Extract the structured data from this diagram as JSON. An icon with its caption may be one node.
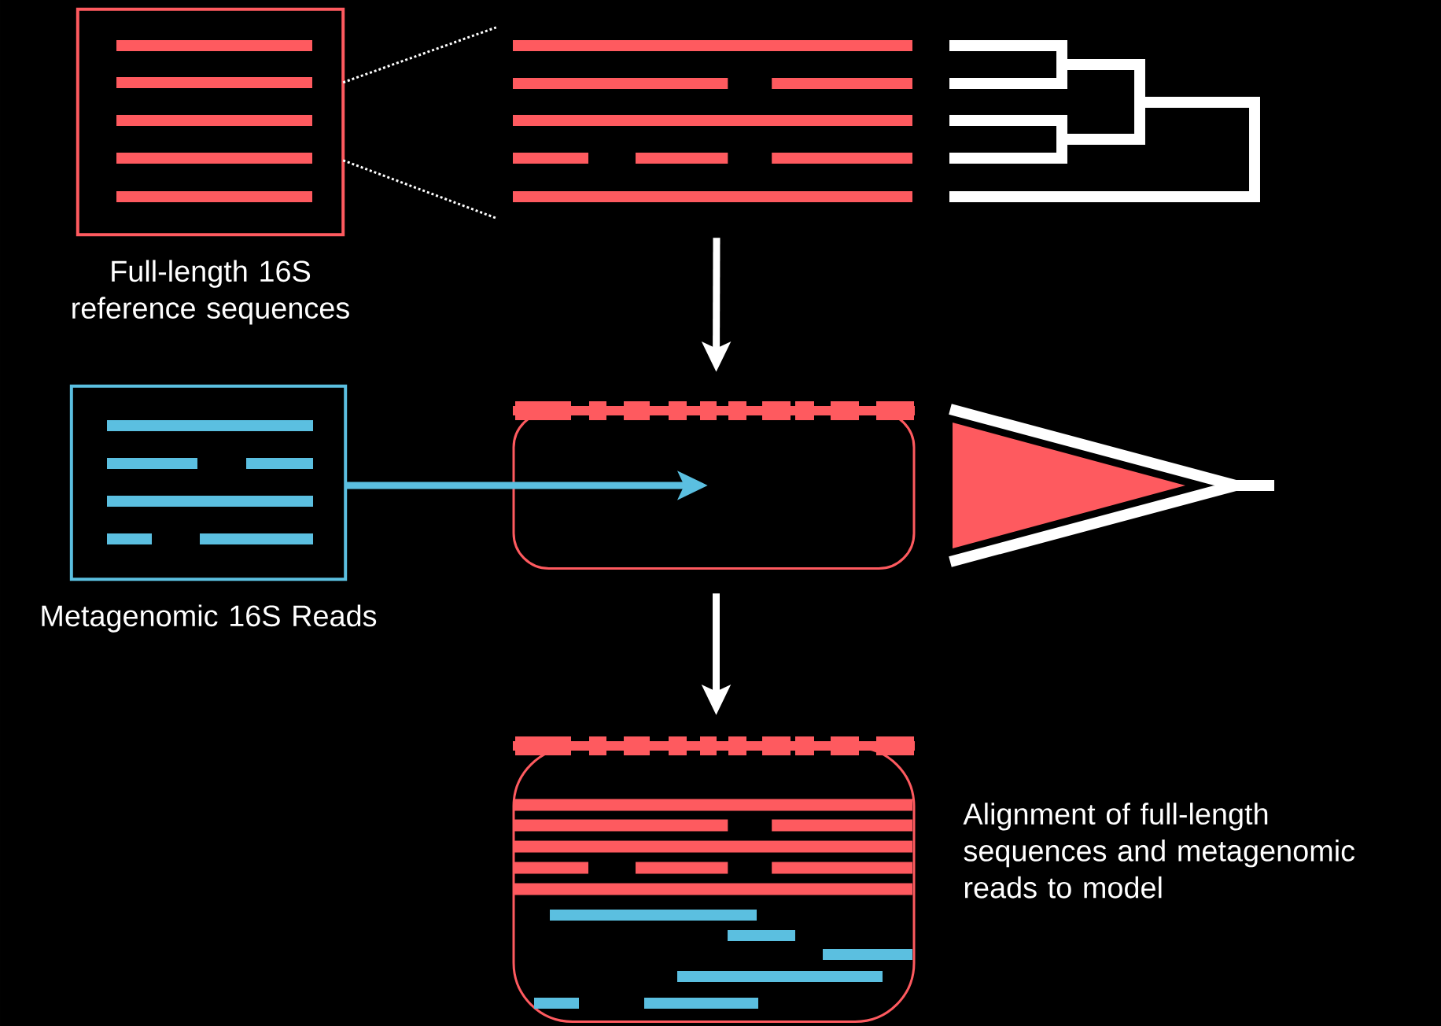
{
  "diagram": {
    "nodes": [
      {
        "text": [
          "Full-length 16S reference sequences"
        ]
      },
      {
        "text": [
          "Metagenomic 16S Reads"
        ]
      },
      {
        "text": [],
        "shape": "bar"
      },
      {
        "text": [],
        "shape": "box"
      },
      {
        "text": [],
        "shape": "box",
        "beside": [
          "Alignment of full-length sequences and metagenomic reads to model"
        ]
      }
    ],
    "edges": [
      {
        "from": 0,
        "to": 2,
        "arrow": "none",
        "style": "dashed"
      },
      {
        "from": 0,
        "to": 2,
        "arrow": "none",
        "style": "dashed"
      },
      {
        "from": 2,
        "to": 3,
        "arrow": "to"
      },
      {
        "from": 1,
        "to": 3,
        "arrow": "to",
        "color": "#5bbfe0"
      },
      {
        "from": 3,
        "to": 4,
        "arrow": "to"
      }
    ]
  }
}
